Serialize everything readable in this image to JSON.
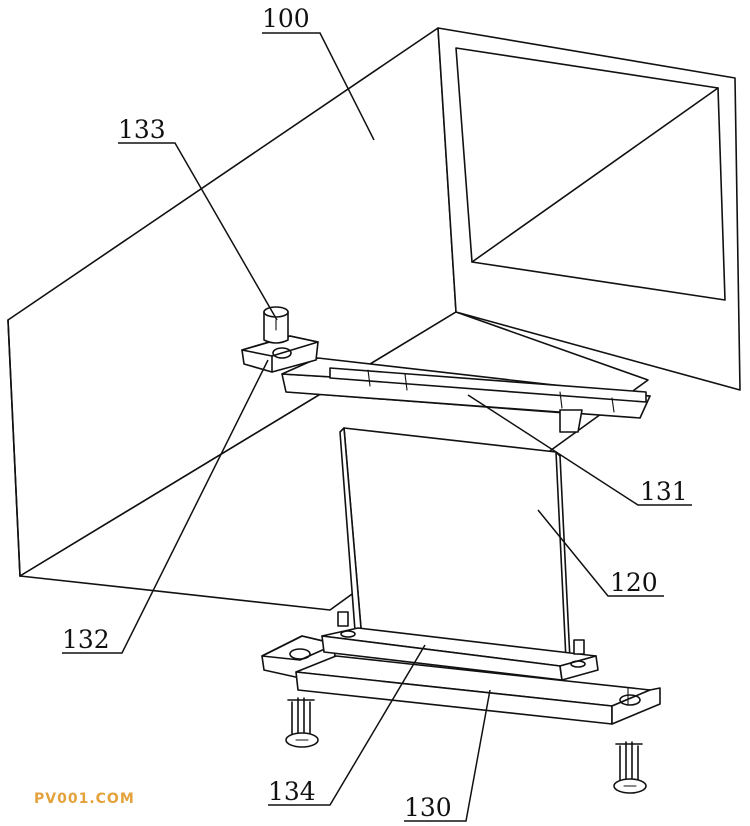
{
  "labels": {
    "l100": "100",
    "l133": "133",
    "l131": "131",
    "l120": "120",
    "l132": "132",
    "l134": "134",
    "l130": "130"
  },
  "watermark": "PV001.COM",
  "colors": {
    "line": "#111111",
    "watermark": "#e3a23c",
    "background": "#ffffff"
  }
}
